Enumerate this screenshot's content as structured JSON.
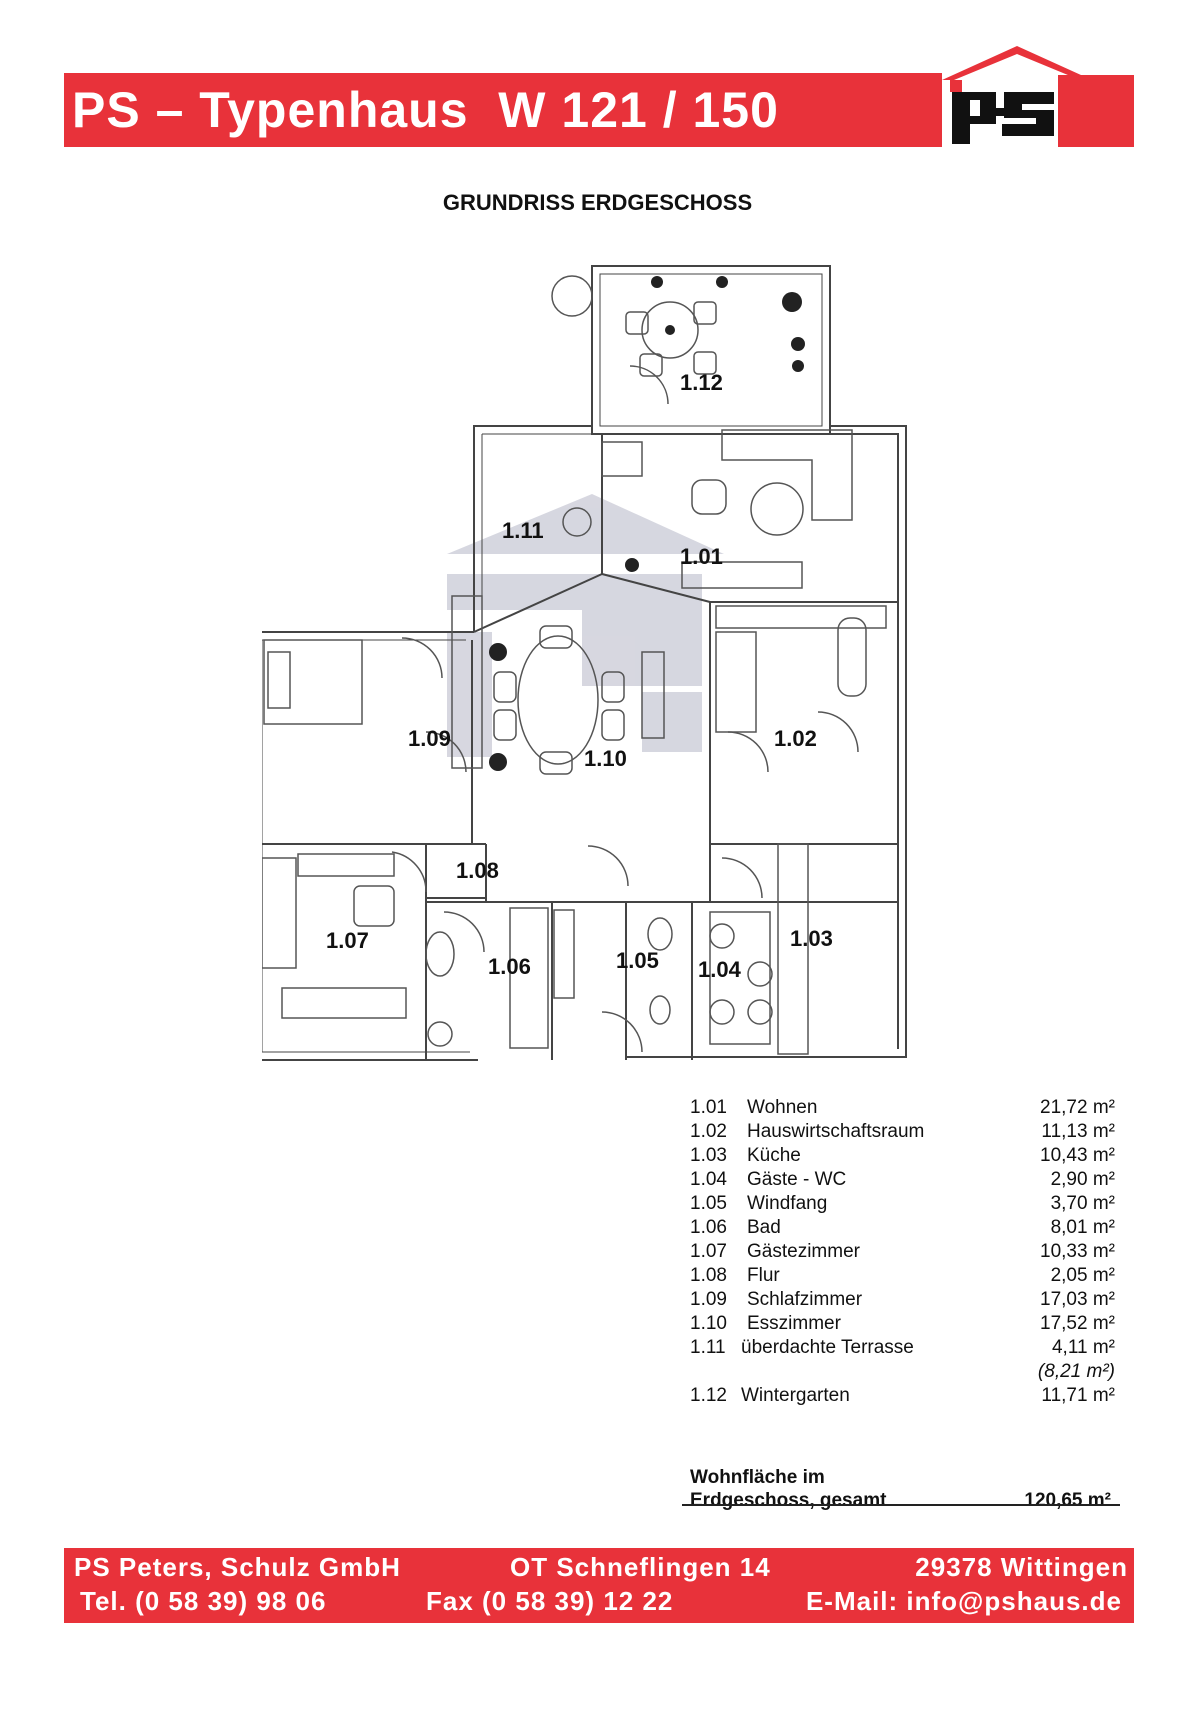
{
  "header": {
    "title": "PS – Typenhaus  W 121 / 150"
  },
  "logo": {
    "text": "ps"
  },
  "subtitle": "GRUNDRISS ERDGESCHOSS",
  "floorplan": {
    "room_labels": [
      "1.01",
      "1.02",
      "1.03",
      "1.04",
      "1.05",
      "1.06",
      "1.07",
      "1.08",
      "1.09",
      "1.10",
      "1.11",
      "1.12"
    ]
  },
  "areas": [
    {
      "num": "1.01",
      "name": "Wohnen",
      "value": "21,72 m²"
    },
    {
      "num": "1.02",
      "name": "Hauswirtschaftsraum",
      "value": "11,13 m²"
    },
    {
      "num": "1.03",
      "name": "Küche",
      "value": "10,43 m²"
    },
    {
      "num": "1.04",
      "name": "Gäste - WC",
      "value": "2,90 m²"
    },
    {
      "num": "1.05",
      "name": "Windfang",
      "value": "3,70 m²"
    },
    {
      "num": "1.06",
      "name": "Bad",
      "value": "8,01 m²"
    },
    {
      "num": "1.07",
      "name": "Gästezimmer",
      "value": "10,33 m²"
    },
    {
      "num": "1.08",
      "name": "Flur",
      "value": "2,05 m²"
    },
    {
      "num": "1.09",
      "name": "Schlafzimmer",
      "value": "17,03 m²"
    },
    {
      "num": "1.10",
      "name": "Esszimmer",
      "value": "17,52 m²"
    },
    {
      "num": "1.11",
      "name": "überdachte Terrasse",
      "value": "4,11 m²",
      "note": "(8,21 m²)"
    },
    {
      "num": "1.12",
      "name": "Wintergarten",
      "value": "11,71 m²"
    }
  ],
  "total": {
    "label_line1": "Wohnfläche im",
    "label_line2": "Erdgeschoss, gesamt",
    "value": "120,65 m²"
  },
  "footer": {
    "company": "PS Peters, Schulz GmbH",
    "street": "OT Schneflingen 14",
    "city": "29378 Wittingen",
    "tel": "Tel. (0 58 39) 98 06",
    "fax": "Fax (0 58 39) 12 22",
    "email": "E-Mail: info@pshaus.de"
  },
  "colors": {
    "brand_red": "#e8323a",
    "plan_line": "#444444",
    "shadow": "#c9cad6"
  }
}
